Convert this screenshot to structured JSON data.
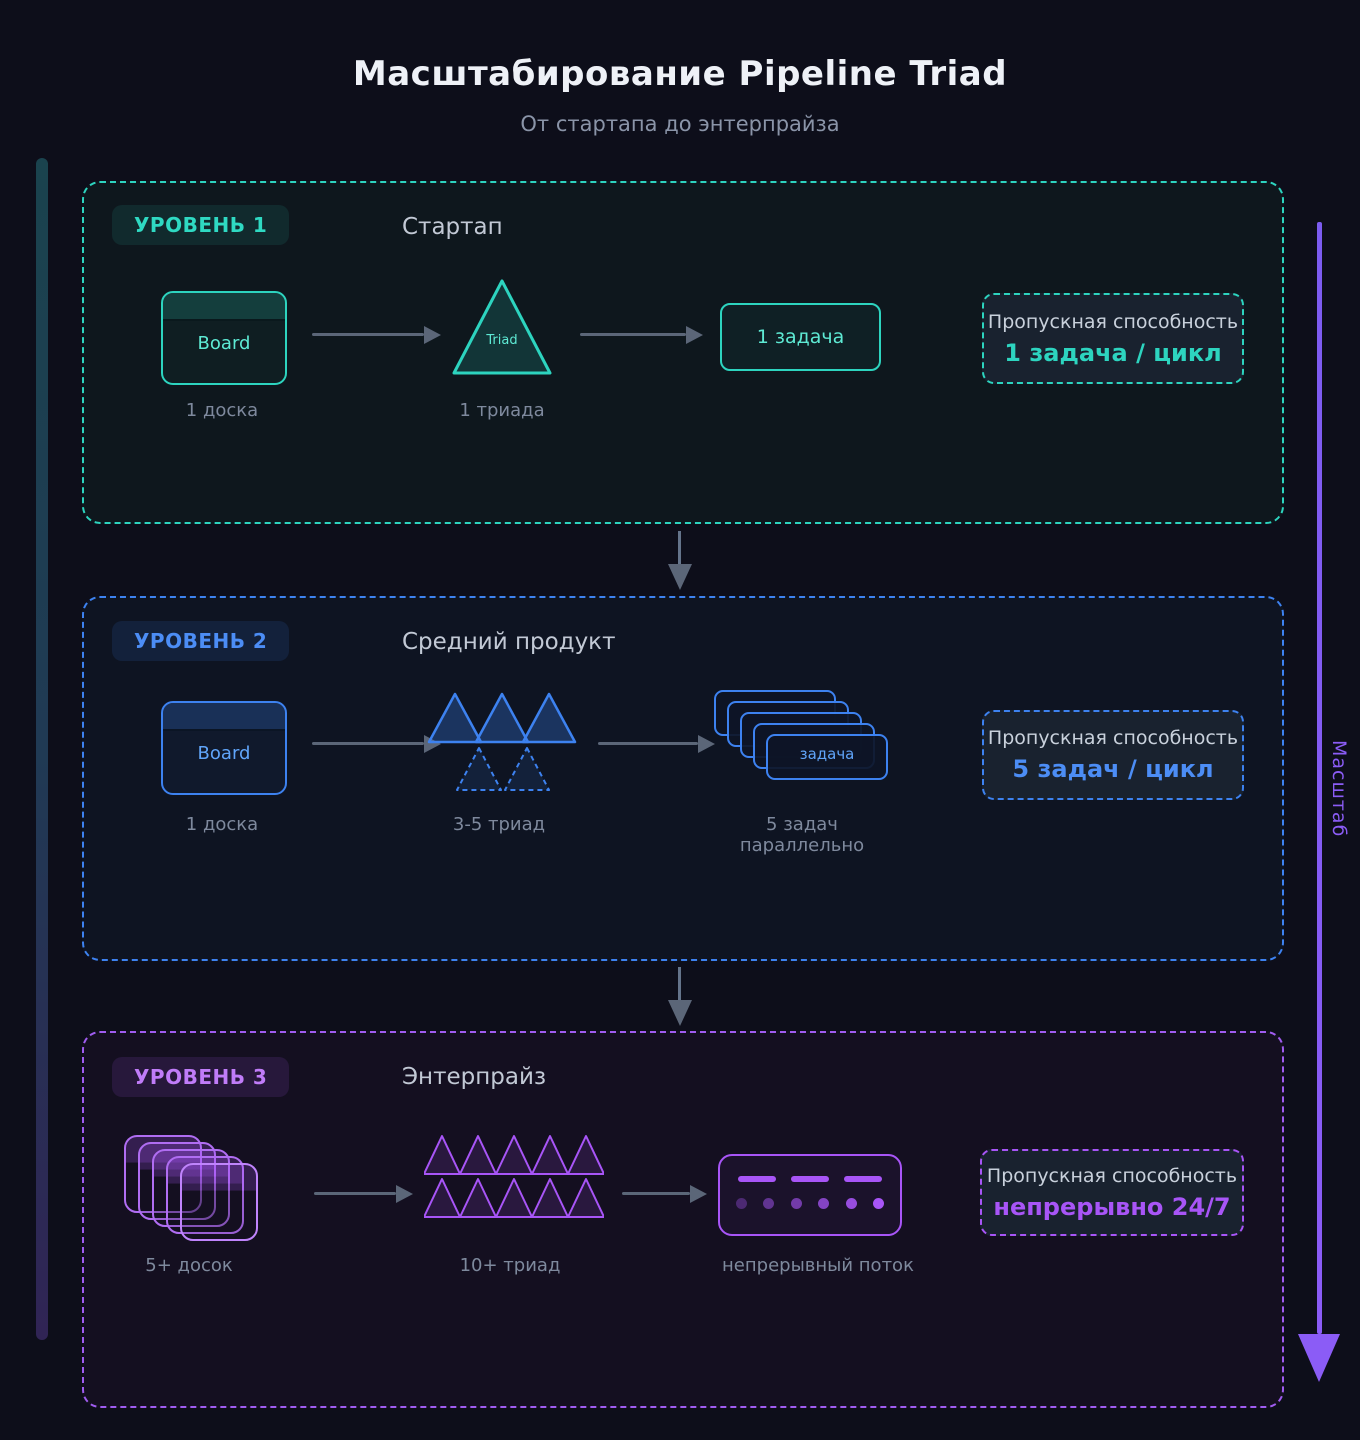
{
  "header": {
    "title": "Масштабирование Pipeline Triad",
    "subtitle": "От стартапа до энтерпрайза"
  },
  "scale_axis": {
    "label": "Масштаб",
    "color": "#8b5cf6"
  },
  "levels": [
    {
      "badge": "УРОВЕНЬ 1",
      "name": "Стартап",
      "accent": "#2dd4bf",
      "board": {
        "label": "Board",
        "caption": "1 доска"
      },
      "triad": {
        "label": "Triad",
        "caption": "1 триада"
      },
      "task": {
        "label": "1 задача"
      },
      "throughput": {
        "title": "Пропускная способность",
        "value": "1 задача / цикл"
      }
    },
    {
      "badge": "УРОВЕНЬ 2",
      "name": "Средний продукт",
      "accent": "#3d82f0",
      "board": {
        "label": "Board",
        "caption": "1 доска"
      },
      "triads": {
        "caption": "3-5 триад"
      },
      "tasks": {
        "label": "задача",
        "caption": "5 задач параллельно"
      },
      "throughput": {
        "title": "Пропускная способность",
        "value": "5 задач / цикл"
      }
    },
    {
      "badge": "УРОВЕНЬ 3",
      "name": "Энтерпрайз",
      "accent": "#a855f7",
      "boards": {
        "caption": "5+ досок"
      },
      "triads": {
        "caption": "10+ триад"
      },
      "stream": {
        "caption": "непрерывный поток"
      },
      "throughput": {
        "title": "Пропускная способность",
        "value": "непрерывно 24/7"
      }
    }
  ]
}
